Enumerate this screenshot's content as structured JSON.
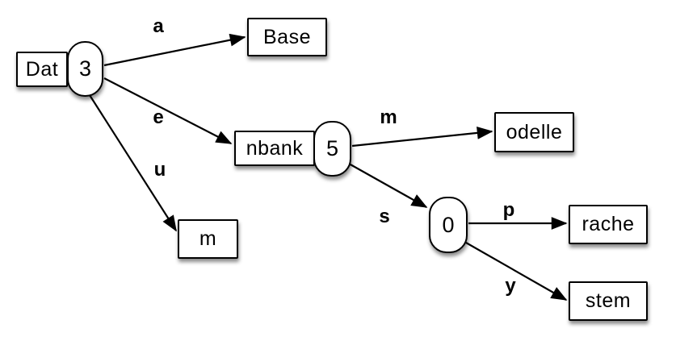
{
  "diagram": {
    "type": "compressed-trie",
    "colors": {
      "background": "#ffffff",
      "node_fill": "#ffffff",
      "stroke": "#000000",
      "shadow": "rgba(0,0,0,0.45)"
    },
    "nodes": [
      {
        "id": "root",
        "label": "Dat",
        "child_count": "3"
      },
      {
        "id": "base",
        "label": "Base"
      },
      {
        "id": "nbank",
        "label": "nbank",
        "child_count": "5"
      },
      {
        "id": "m-leaf",
        "label": "m"
      },
      {
        "id": "odelle",
        "label": "odelle"
      },
      {
        "id": "zero",
        "child_count": "0"
      },
      {
        "id": "rache",
        "label": "rache"
      },
      {
        "id": "stem",
        "label": "stem"
      }
    ],
    "edges": [
      {
        "from": "root",
        "to": "base",
        "label": "a"
      },
      {
        "from": "root",
        "to": "nbank",
        "label": "e"
      },
      {
        "from": "root",
        "to": "m-leaf",
        "label": "u"
      },
      {
        "from": "nbank",
        "to": "odelle",
        "label": "m"
      },
      {
        "from": "nbank",
        "to": "zero",
        "label": "s"
      },
      {
        "from": "zero",
        "to": "rache",
        "label": "p"
      },
      {
        "from": "zero",
        "to": "stem",
        "label": "y"
      }
    ]
  }
}
